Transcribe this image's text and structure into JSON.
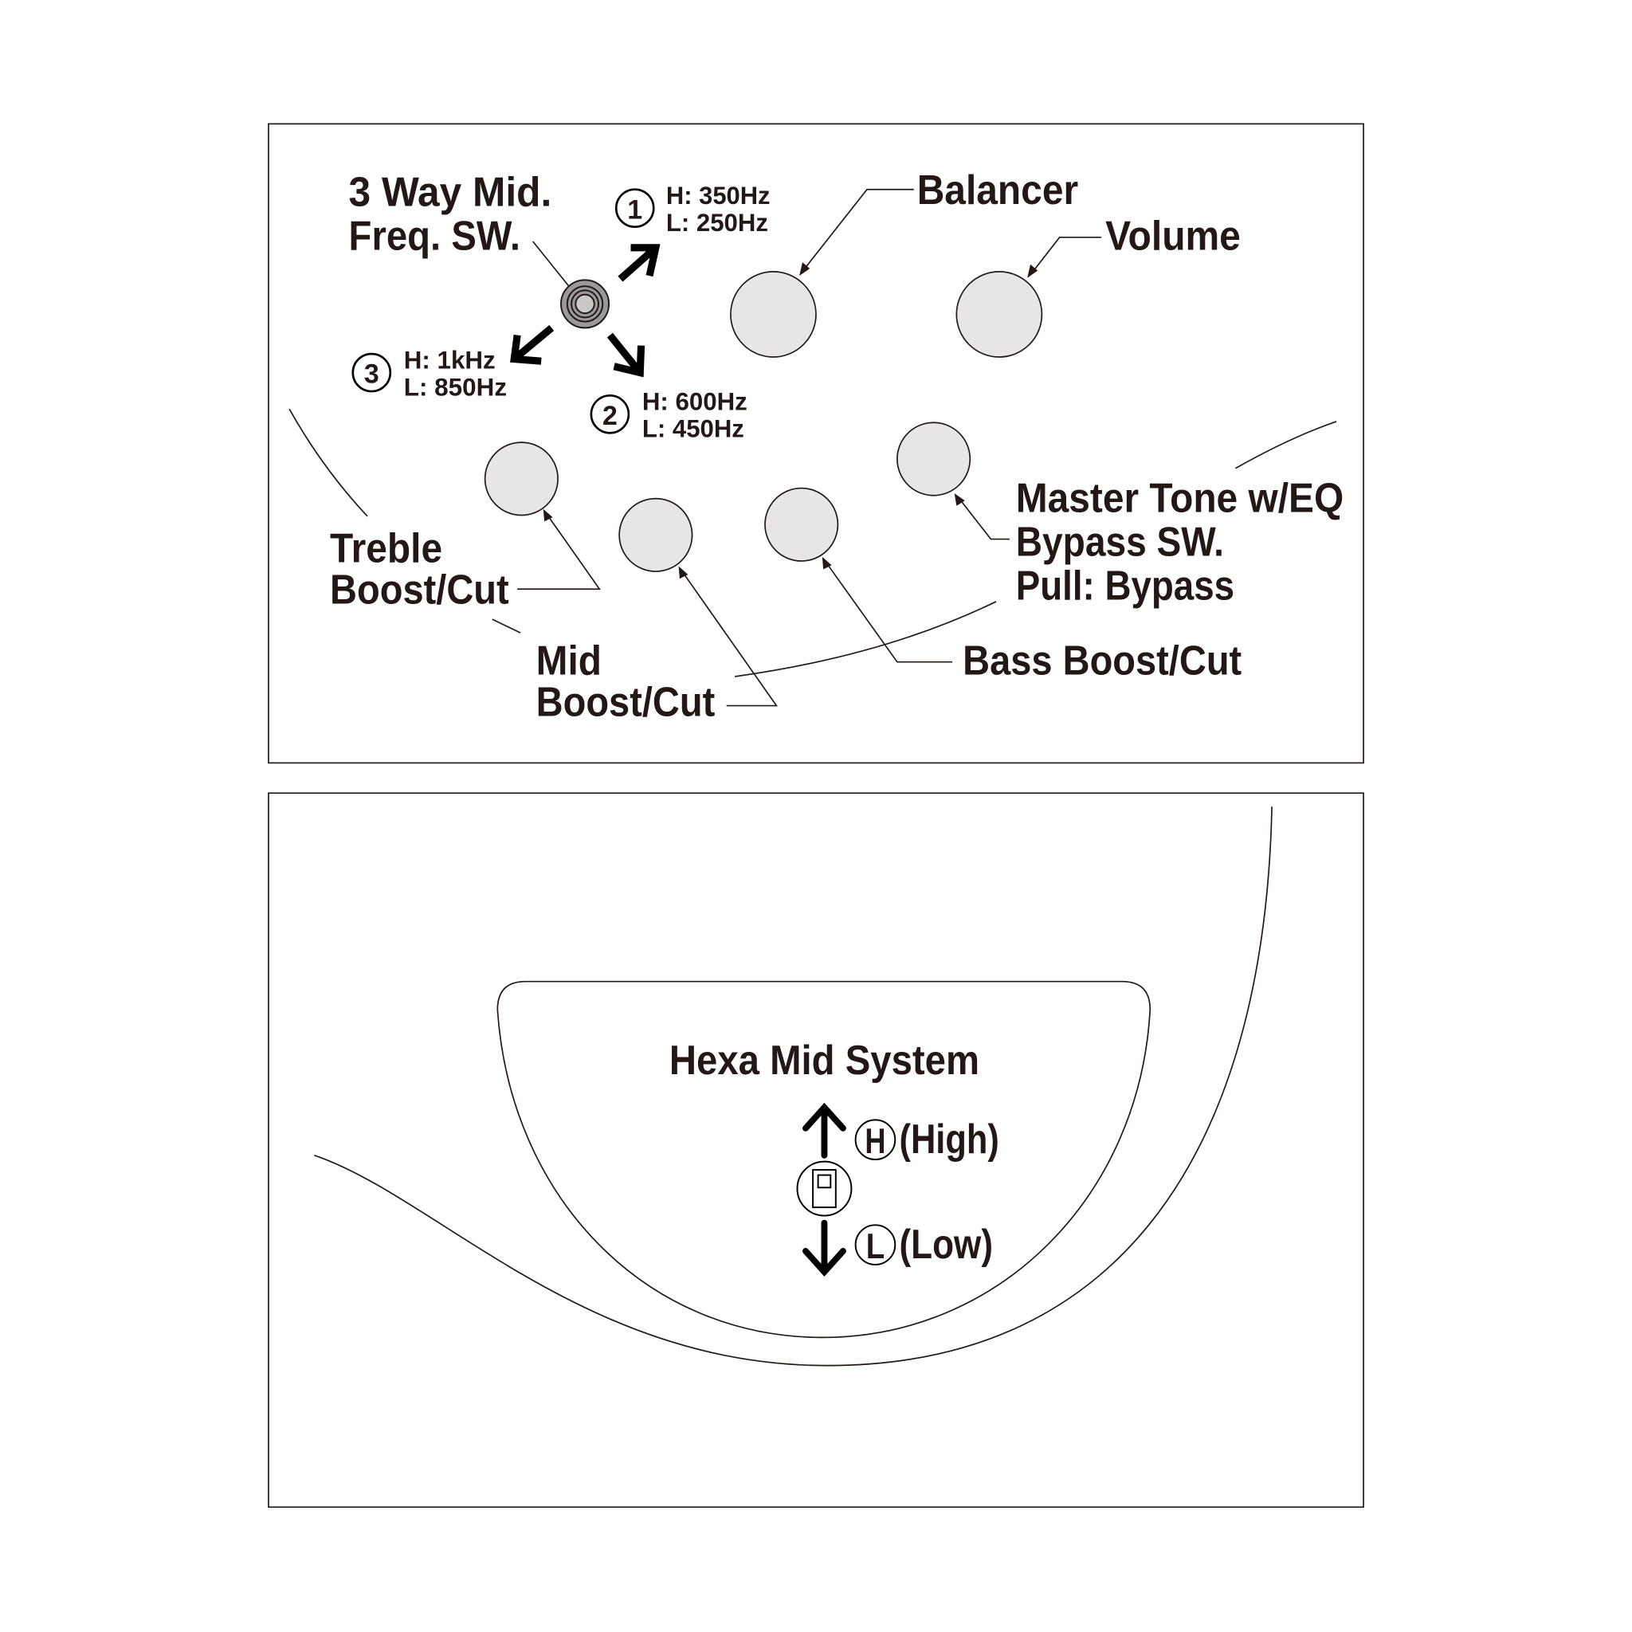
{
  "top_panel": {
    "switch_label": [
      "3 Way Mid.",
      "Freq. SW."
    ],
    "positions": [
      {
        "number": "1",
        "high": "H: 350Hz",
        "low": "L: 250Hz"
      },
      {
        "number": "2",
        "high": "H: 600Hz",
        "low": "L: 450Hz"
      },
      {
        "number": "3",
        "high": "H: 1kHz",
        "low": "L: 850Hz"
      }
    ],
    "balancer": "Balancer",
    "volume": "Volume",
    "treble": [
      "Treble",
      "Boost/Cut"
    ],
    "mid": [
      "Mid",
      "Boost/Cut"
    ],
    "bass": "Bass Boost/Cut",
    "master_tone": [
      "Master Tone w/EQ",
      "Bypass SW.",
      "Pull: Bypass"
    ]
  },
  "bottom_panel": {
    "title": "Hexa Mid System",
    "high_letter": "H",
    "high_label": "(High)",
    "low_letter": "L",
    "low_label": "(Low)"
  }
}
